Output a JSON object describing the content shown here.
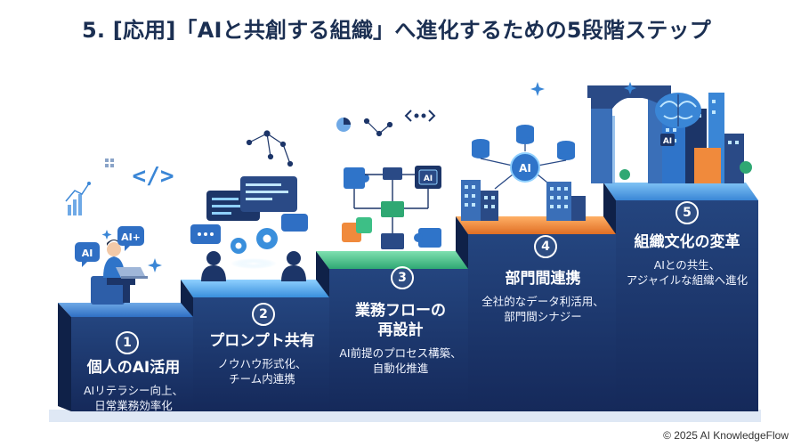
{
  "title": "5. [応用]「AIと共創する組織」へ進化するための5段階ステップ",
  "steps": [
    {
      "number": "1",
      "title": "個人のAI活用",
      "desc": [
        "AIリテラシー向上、",
        "日常業務効率化"
      ]
    },
    {
      "number": "2",
      "title": "プロンプト共有",
      "desc": [
        "ノウハウ形式化、",
        "チーム内連携"
      ]
    },
    {
      "number": "3",
      "title": "業務フローの再設計",
      "desc": [
        "AI前提のプロセス構築、",
        "自動化推進"
      ],
      "title_lines": [
        "業務フローの",
        "再設計"
      ]
    },
    {
      "number": "4",
      "title": "部門間連携",
      "desc": [
        "全社的なデータ利活用、",
        "部門間シナジー"
      ]
    },
    {
      "number": "5",
      "title": "組織文化の変革",
      "desc": [
        "AIとの共生、",
        "アジャイルな組織へ進化"
      ]
    }
  ],
  "icon_labels": {
    "ai_bubble": "AI",
    "ai_bubble_plus": "AI+",
    "chip": "AI",
    "hub": "AI",
    "tower": "AI",
    "code": "</>"
  },
  "copyright": "© 2025 AI KnowledgeFlow",
  "colors": {
    "navy": "#1c3568",
    "step1_top": "#3f7fd0",
    "step2_top": "#4aa6e8",
    "step3_top": "#3dbf86",
    "step4_top": "#f08a3c",
    "step5_top": "#4a9fe0",
    "title": "#1b2f52"
  }
}
